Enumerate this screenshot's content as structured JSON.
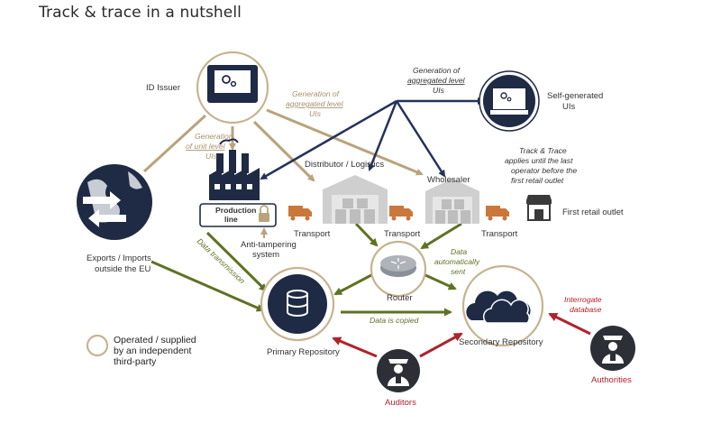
{
  "page": {
    "title": "Track & trace in a nutshell"
  },
  "colors": {
    "navy": "#1f2a44",
    "gold": "#b9a37c",
    "green": "#5e7223",
    "red": "#b0232a",
    "arrow_navy": "#25325a",
    "warehouse": "#cfcfcf",
    "truck": "#c9773a",
    "router": "#8a8f98",
    "outline": "#c6b38f"
  },
  "nodes": {
    "id_issuer": {
      "label": "ID Issuer",
      "icon": "laptop-gear-icon"
    },
    "self_generated": {
      "label_line1": "Self-generated",
      "label_line2": "UIs",
      "icon": "laptop-gear-icon"
    },
    "exports": {
      "label_line1": "Exports / Imports",
      "label_line2": "outside the EU",
      "icon": "globe-arrows-icon"
    },
    "production": {
      "label_line1": "Production",
      "label_line2": "line",
      "icon": "factory-icon"
    },
    "distributor": {
      "label": "Distributor / Logistics",
      "icon": "warehouse-icon"
    },
    "wholesaler": {
      "label": "Wholesaler",
      "icon": "warehouse-icon"
    },
    "retail": {
      "label": "First retail outlet",
      "icon": "store-icon"
    },
    "router": {
      "label": "Router",
      "icon": "router-icon"
    },
    "primary": {
      "label": "Primary Repository",
      "icon": "database-icon"
    },
    "secondary": {
      "label": "Secondary Repository",
      "icon": "cloud-icon"
    },
    "auditors": {
      "label": "Auditors",
      "icon": "inspector-icon"
    },
    "authorities": {
      "label": "Authorities",
      "icon": "inspector-icon"
    }
  },
  "transport_labels": [
    "Transport",
    "Transport",
    "Transport"
  ],
  "annotations": {
    "gen_unit": [
      "Generation",
      "of unit level",
      "UIs"
    ],
    "gen_agg_issuer": [
      "Generation of",
      "aggregated level",
      "UIs"
    ],
    "gen_agg_self": [
      "Generation of",
      "aggregated level",
      "UIs"
    ],
    "track_trace": [
      "Track & Trace",
      "applies until the last",
      "operator before the",
      "first retail outlet"
    ],
    "anti_tampering": [
      "Anti-tampering",
      "system"
    ],
    "data_transmission": "Data transmission",
    "data_auto": [
      "Data",
      "automatically",
      "sent"
    ],
    "data_copied": "Data is copied",
    "interrogate": [
      "Interrogate",
      "database"
    ]
  },
  "legend": {
    "lines": [
      "Operated / supplied",
      "by an independent",
      "third-party"
    ]
  }
}
